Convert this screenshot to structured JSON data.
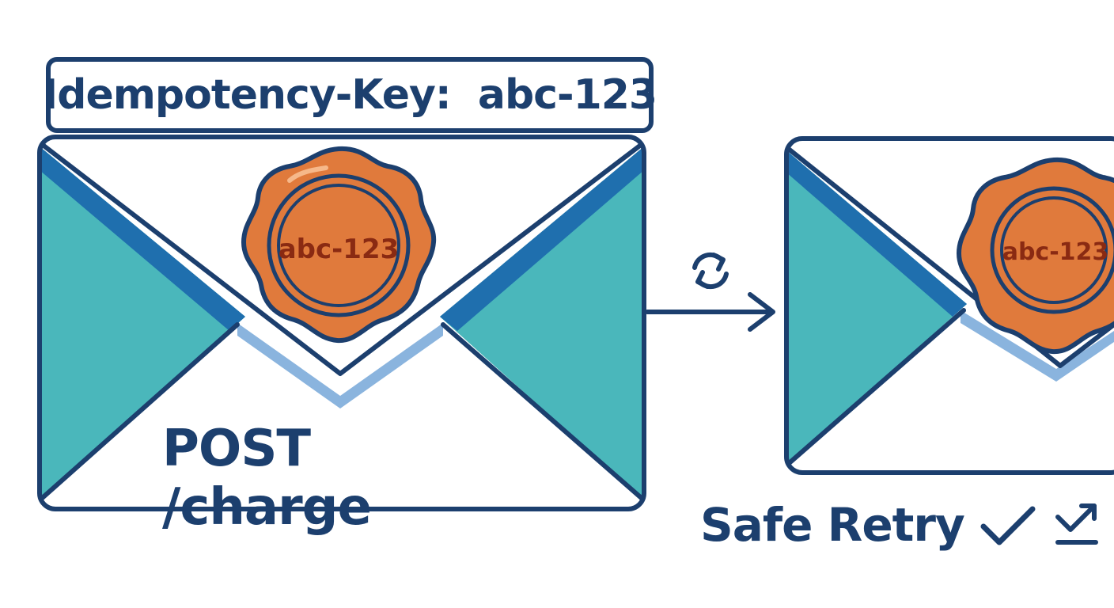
{
  "header": {
    "label": "Idempotency-Key:  abc-123"
  },
  "request": {
    "method_path": "POST /charge",
    "seal_key": "abc-123"
  },
  "retry": {
    "seal_key": "abc-123",
    "result_label": "Safe Retry"
  },
  "icons": {
    "retry": "refresh-icon",
    "arrow": "arrow-right-icon",
    "check": "checkmark-icon",
    "deliver": "arrow-to-tray-icon"
  },
  "colors": {
    "outline": "#1c3f6e",
    "flap_teal": "#4ab7bb",
    "flap_blue": "#1f6fae",
    "shadow": "#8ab4de",
    "seal_orange": "#e07a3c",
    "seal_text": "#8a2a12"
  }
}
